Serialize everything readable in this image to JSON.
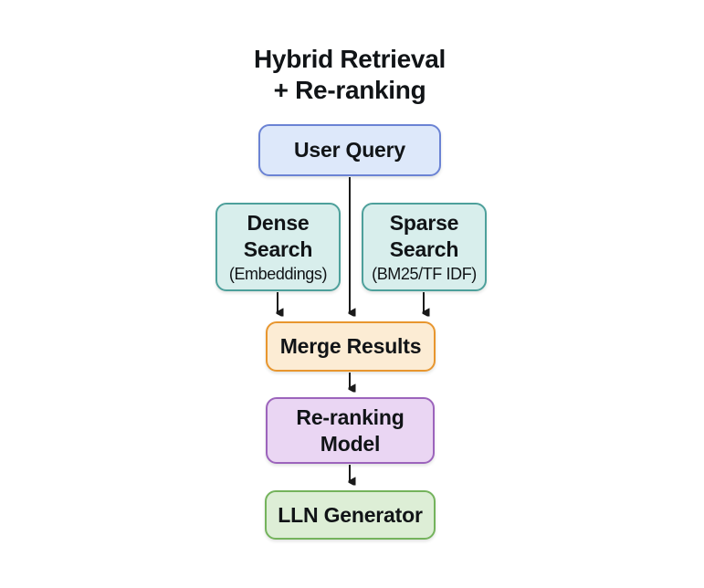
{
  "title": {
    "line1": "Hybrid Retrieval",
    "line2": "+ Re-ranking",
    "color": "#111417"
  },
  "nodes": {
    "user_query": {
      "label": "User Query",
      "fill": "#dde8fa",
      "border": "#6b83d4",
      "text_color": "#111417"
    },
    "dense_search": {
      "label": "Dense Search",
      "sublabel": "(Embeddings)",
      "fill": "#d8eeec",
      "border": "#4da09b",
      "text_color": "#111417"
    },
    "sparse_search": {
      "label": "Sparse Search",
      "sublabel": "(BM25/TF IDF)",
      "fill": "#d8eeec",
      "border": "#4da09b",
      "text_color": "#111417"
    },
    "merge_results": {
      "label": "Merge Results",
      "fill": "#fcecd4",
      "border": "#e8962e",
      "text_color": "#111417"
    },
    "reranking_model": {
      "label": "Re-ranking Model",
      "fill": "#ead6f3",
      "border": "#9c64bc",
      "text_color": "#111417"
    },
    "lln_generator": {
      "label": "LLN Generator",
      "fill": "#ddeed6",
      "border": "#74b35c",
      "text_color": "#111417"
    }
  },
  "edges": {
    "color": "#1a1a1a",
    "list": [
      {
        "from": "user_query",
        "to": "merge_results"
      },
      {
        "from": "dense_search",
        "to": "merge_results"
      },
      {
        "from": "sparse_search",
        "to": "merge_results"
      },
      {
        "from": "merge_results",
        "to": "reranking_model"
      },
      {
        "from": "reranking_model",
        "to": "lln_generator"
      }
    ]
  }
}
